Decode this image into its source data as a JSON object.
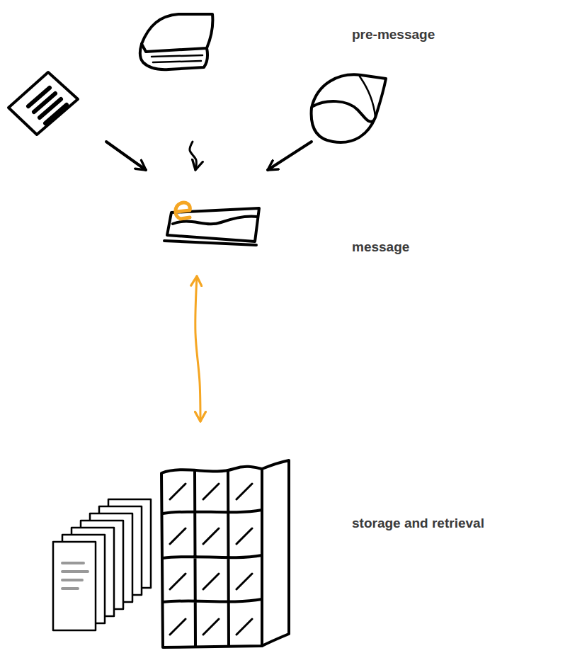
{
  "diagram": {
    "nodes": [
      {
        "text": [
          "pre-message"
        ]
      },
      {
        "text": [
          "message"
        ]
      },
      {
        "text": [
          "storage and retrieval"
        ]
      }
    ],
    "edges": [
      {
        "from": 0,
        "to": 1,
        "arrow": "to"
      },
      {
        "from": 0,
        "to": 1,
        "arrow": "to"
      },
      {
        "from": 0,
        "to": 1,
        "arrow": "to"
      },
      {
        "from": 1,
        "to": 2,
        "arrow": "both"
      }
    ]
  }
}
